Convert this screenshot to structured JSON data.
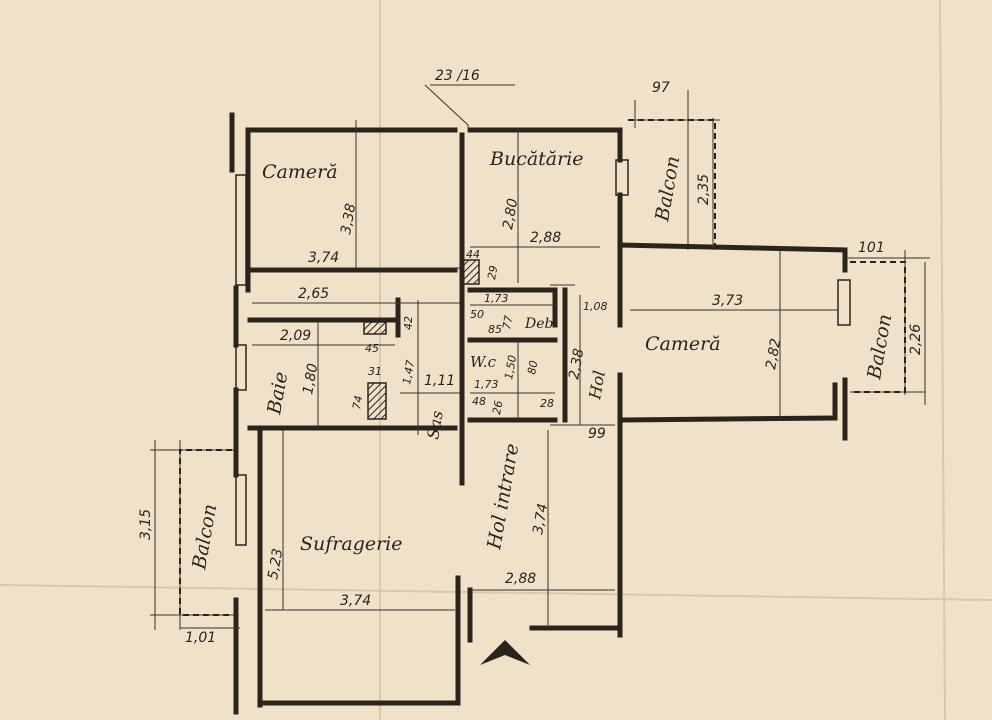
{
  "plan": {
    "rooms": {
      "camera_left": "Cameră",
      "bucatarie": "Bucătărie",
      "camera_right": "Cameră",
      "baie": "Baie",
      "wc": "W.c",
      "deb": "Deb",
      "hol": "Hol",
      "sas": "Sas",
      "sufragerie": "Sufragerie",
      "hol_intrare": "Hol intrare",
      "balcon_kitchen": "Balcon",
      "balcon_right": "Balcon",
      "balcon_left": "Balcon"
    },
    "dimensions": {
      "d_23_16": "23 /16",
      "d_97": "97",
      "d_235": "2,35",
      "d_338": "3,38",
      "d_374_top": "3,74",
      "d_280": "2,80",
      "d_288_top": "2,88",
      "d_44": "44",
      "d_29": "29",
      "d_101": "101",
      "d_265": "2,65",
      "d_173": "1,73",
      "d_108": "1,08",
      "d_373": "3,73",
      "d_226": "2,26",
      "d_209": "2,09",
      "d_42": "42",
      "d_45": "45",
      "d_50": "50",
      "d_85": "85",
      "d_77": "77",
      "d_238": "2,38",
      "d_282": "2,82",
      "d_180": "1,80",
      "d_31": "31",
      "d_147": "1,47",
      "d_111": "1,11",
      "d_150": "1,50",
      "d_80": "80",
      "d_173b": "1,73",
      "d_74": "74",
      "d_48": "48",
      "d_26": "26",
      "d_28": "28",
      "d_99": "99",
      "d_315": "3,15",
      "d_523": "5,23",
      "d_374_low": "3,74",
      "d_374_hol": "3,74",
      "d_288_low": "2,88",
      "d_101_low": "1,01"
    }
  }
}
